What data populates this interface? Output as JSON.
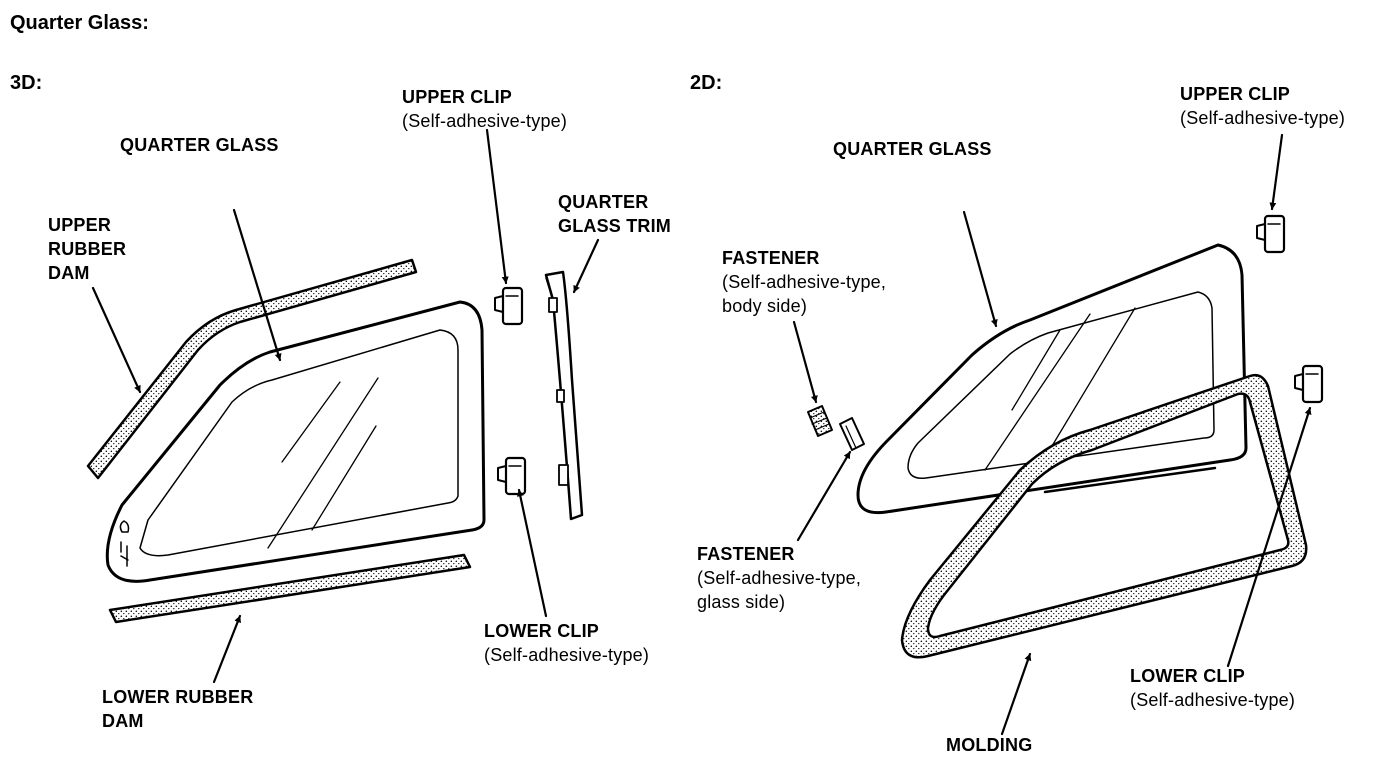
{
  "title": "Quarter Glass:",
  "views": {
    "three_door": {
      "heading": "3D:",
      "labels": {
        "quarter_glass": "QUARTER GLASS",
        "upper_rubber_dam": [
          "UPPER",
          "RUBBER",
          "DAM"
        ],
        "upper_clip": "UPPER CLIP",
        "upper_clip_note": "(Self-adhesive-type)",
        "quarter_glass_trim": [
          "QUARTER",
          "GLASS TRIM"
        ],
        "lower_clip": "LOWER CLIP",
        "lower_clip_note": "(Self-adhesive-type)",
        "lower_rubber_dam": [
          "LOWER RUBBER",
          "DAM"
        ]
      }
    },
    "two_door": {
      "heading": "2D:",
      "labels": {
        "quarter_glass": "QUARTER GLASS",
        "upper_clip": "UPPER CLIP",
        "upper_clip_note": "(Self-adhesive-type)",
        "fastener_body": "FASTENER",
        "fastener_body_note": [
          "(Self-adhesive-type,",
          "body side)"
        ],
        "fastener_glass": "FASTENER",
        "fastener_glass_note": [
          "(Self-adhesive-type,",
          "glass side)"
        ],
        "lower_clip": "LOWER CLIP",
        "lower_clip_note": "(Self-adhesive-type)",
        "molding": "MOLDING"
      }
    }
  }
}
